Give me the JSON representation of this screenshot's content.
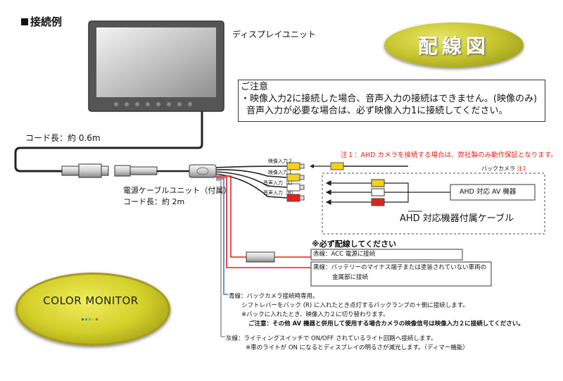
{
  "section_title": "接続例",
  "display_unit_label": "ディスプレイユニット",
  "wiring_badge": "配線図",
  "cord_length_top": "コード長：約 0.6m",
  "power_cable_unit": "電源ケーブルユニット（付属）",
  "cord_length_power": "コード長：約 2m",
  "notice": {
    "title": "ご注意",
    "lines": [
      "・映像入力2に接続した場合、音声入力の接続はできません。(映像のみ)",
      "音声入力が必要な場合は、必ず映像入力1に接続してください。"
    ]
  },
  "connector_labels": {
    "video2": "映像入力２",
    "video1": "映像入力１",
    "audio_l": "音声入力（L）",
    "audio_r": "音声入力（R）"
  },
  "note1": "注１：AHD カメラを接続する場合は、弊社製のみ動作保証となります。",
  "back_camera": "バックカメラ",
  "back_camera_note": "注1",
  "ahd_device": "AHD 対応 AV 機器",
  "ahd_cable": "AHD 対応機器付属ケーブル",
  "must_wire": "※必ず配線してください",
  "red_wire": "赤線：ACC 電源に接続",
  "black_wire": [
    "黒線：バッテリーのマイナス端子または塗装されていない車両の",
    "金属部に接続"
  ],
  "blue_wire": [
    "青線：バックカメラ接続時専用。",
    "シフトレバーをバック (R) に入れたとき点灯するバックランプの＋側に接続します。",
    "※バックに入れたとき、映像入力２に切り替わります。",
    "ご注意：その他 AV 機器と併用して使用する場合カメラの映像信号は映像入力２に接続してください。"
  ],
  "gray_wire": [
    "灰線：ライティングスイッチで ON/OFF されているライト回路へ接続します。",
    "※車のライトが ON になるとディスプレイの明るさが減光します。（ディマー機能）"
  ],
  "color_monitor": "COLOR MONITOR",
  "colors": {
    "red": "#e0211a",
    "blue": "#3a7fd0",
    "yellow": "#f2d21a",
    "badge": "#c9c731"
  }
}
